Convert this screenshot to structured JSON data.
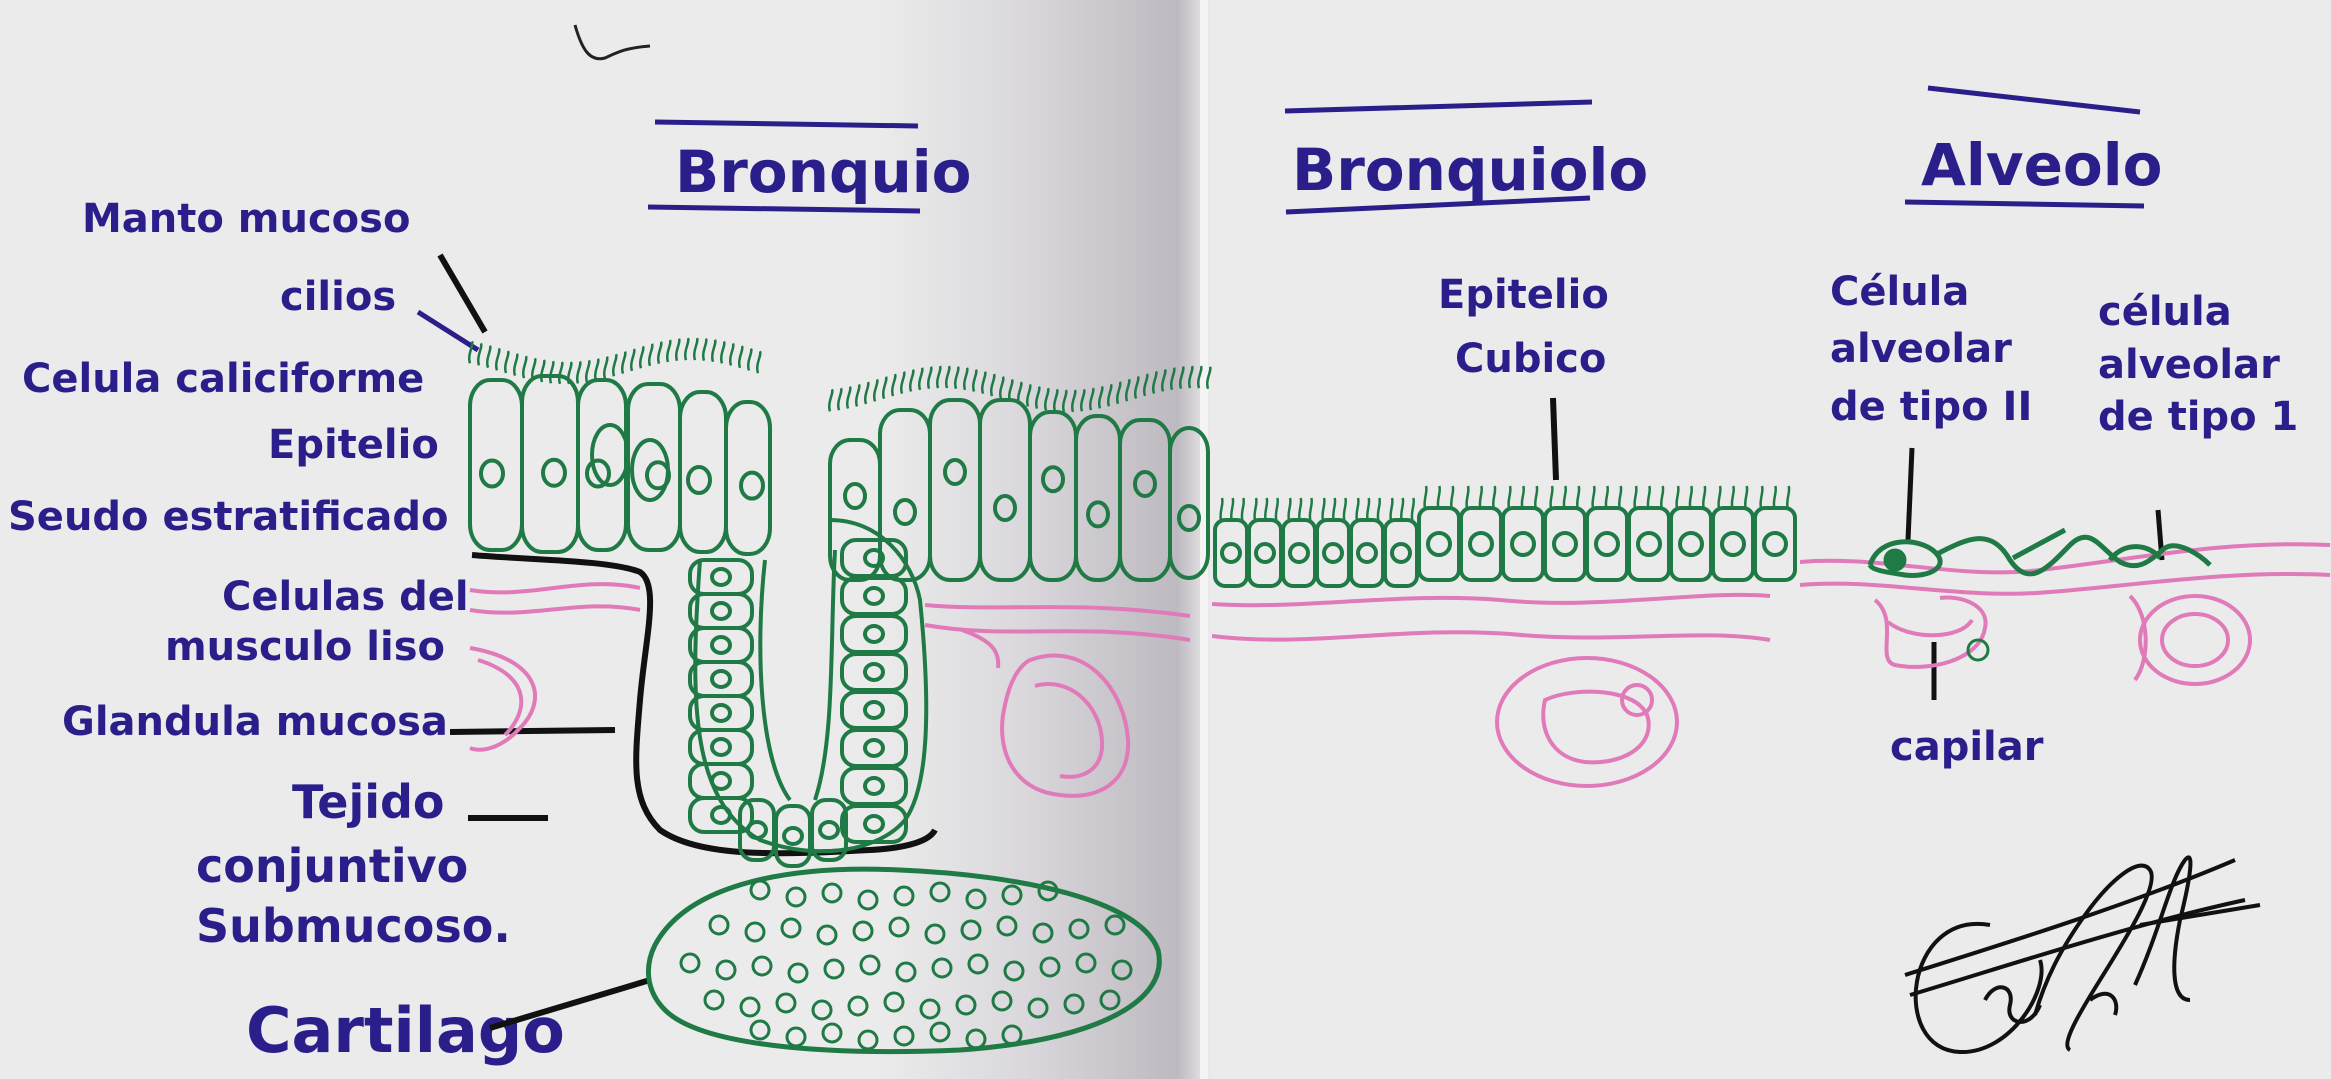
{
  "diagram": {
    "titles": {
      "bronquio": "Bronquio",
      "bronquiolo": "Bronquiolo",
      "alveolo": "Alveolo"
    },
    "labels": {
      "manto_mucoso": "Manto mucoso",
      "cilios": "cilios",
      "celula_caliciforme": "Celula caliciforme",
      "epitelio_1": "Epitelio",
      "epitelio_2": "Seudo estratificado",
      "celulas_musculo_1": "Celulas del",
      "celulas_musculo_2": "musculo liso",
      "glandula_mucosa": "Glandula mucosa",
      "tejido_1": "Tejido",
      "tejido_2": "conjuntivo",
      "tejido_3": "Submucoso.",
      "cartilago": "Cartilago",
      "epitelio_cubico_1": "Epitelio",
      "epitelio_cubico_2": "Cubico",
      "celula_tipo2_1": "Célula",
      "celula_tipo2_2": "alveolar",
      "celula_tipo2_3": "de tipo II",
      "celula_tipo1_1": "célula",
      "celula_tipo1_2": "alveolar",
      "celula_tipo1_3": "de tipo 1",
      "capilar": "capilar"
    },
    "colors": {
      "paper": "#ebebeb",
      "ink_labels": "#2a1f8a",
      "ink_green": "#1f7a45",
      "ink_pink": "#e07ab8",
      "ink_black": "#111111"
    }
  }
}
